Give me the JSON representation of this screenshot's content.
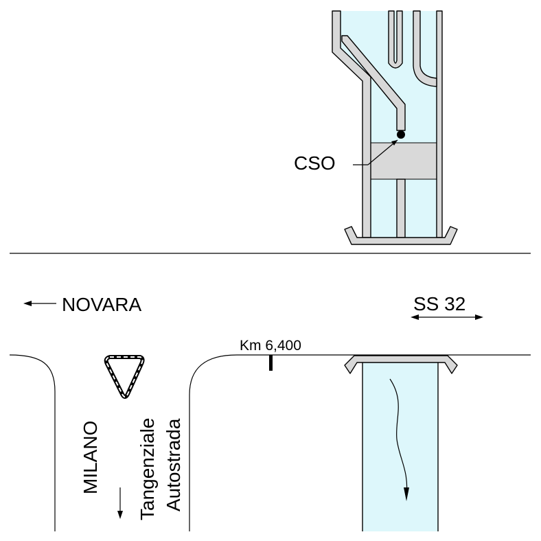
{
  "labels": {
    "cso": "CSO",
    "novara": "NOVARA",
    "ss32": "SS 32",
    "km": "Km 6,400",
    "milano": "MILANO",
    "tangenziale": "Tangenziale",
    "autostrada": "Autostrada"
  },
  "colors": {
    "water": "#ddf7fb",
    "wall": "#d8d8d8",
    "band": "#d9d9d9",
    "line": "#000000"
  }
}
